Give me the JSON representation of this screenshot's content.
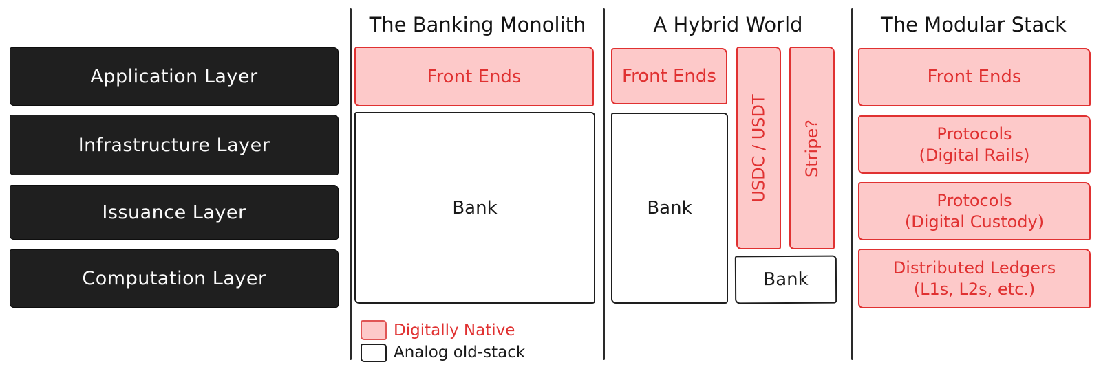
{
  "left_stack": {
    "items": [
      {
        "label": "Application Layer"
      },
      {
        "label": "Infrastructure Layer"
      },
      {
        "label": "Issuance Layer"
      },
      {
        "label": "Computation Layer"
      }
    ]
  },
  "columns": {
    "monolith": {
      "title": "The Banking Monolith",
      "front_ends": "Front Ends",
      "bank": "Bank"
    },
    "hybrid": {
      "title": "A Hybrid World",
      "front_ends": "Front Ends",
      "bank": "Bank",
      "usdc_usdt": "USDC / USDT",
      "stripe": "Stripe?",
      "bank_small": "Bank"
    },
    "modular": {
      "title": "The Modular Stack",
      "boxes": [
        {
          "label": "Front Ends",
          "sublabel": ""
        },
        {
          "label": "Protocols",
          "sublabel": "(Digital Rails)"
        },
        {
          "label": "Protocols",
          "sublabel": "(Digital Custody)"
        },
        {
          "label": "Distributed Ledgers",
          "sublabel": "(L1s, L2s, etc.)"
        }
      ]
    }
  },
  "legend": {
    "digitally_native": "Digitally Native",
    "analog_old_stack": "Analog old-stack"
  },
  "colors": {
    "pink_fill": "#fdc9c9",
    "red_accent": "#e03131",
    "black_bar": "#1f1f1f",
    "white_fill": "#ffffff"
  }
}
